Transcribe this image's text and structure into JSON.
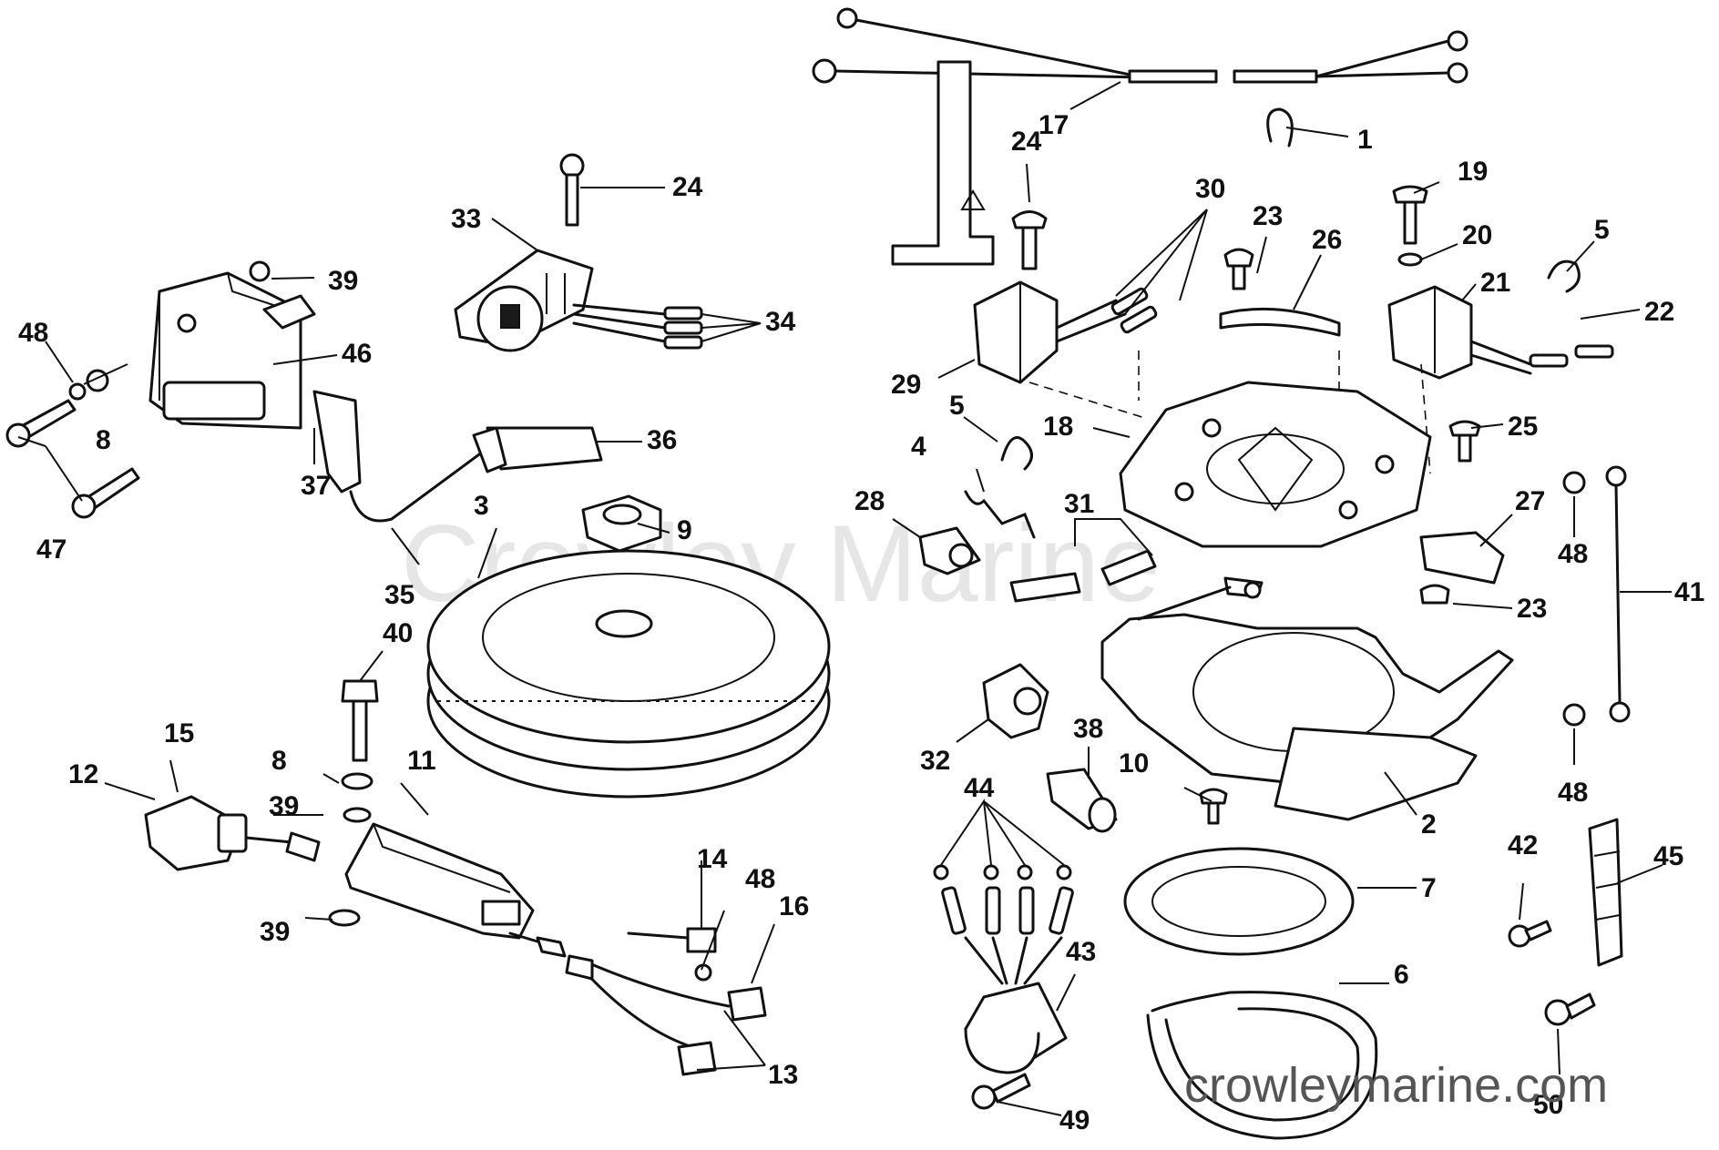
{
  "diagram": {
    "callouts": [
      "1",
      "2",
      "3",
      "4",
      "5",
      "5",
      "6",
      "7",
      "8",
      "8",
      "9",
      "10",
      "11",
      "12",
      "13",
      "14",
      "15",
      "16",
      "17",
      "18",
      "19",
      "20",
      "21",
      "22",
      "23",
      "23",
      "24",
      "24",
      "25",
      "26",
      "27",
      "28",
      "29",
      "30",
      "31",
      "32",
      "33",
      "34",
      "35",
      "36",
      "37",
      "38",
      "39",
      "39",
      "39",
      "40",
      "41",
      "42",
      "43",
      "44",
      "45",
      "46",
      "47",
      "48",
      "48",
      "48",
      "48",
      "49",
      "50"
    ]
  },
  "watermark": {
    "center_text": "Crowley Marine",
    "url_text": "crowleymarine.com"
  }
}
